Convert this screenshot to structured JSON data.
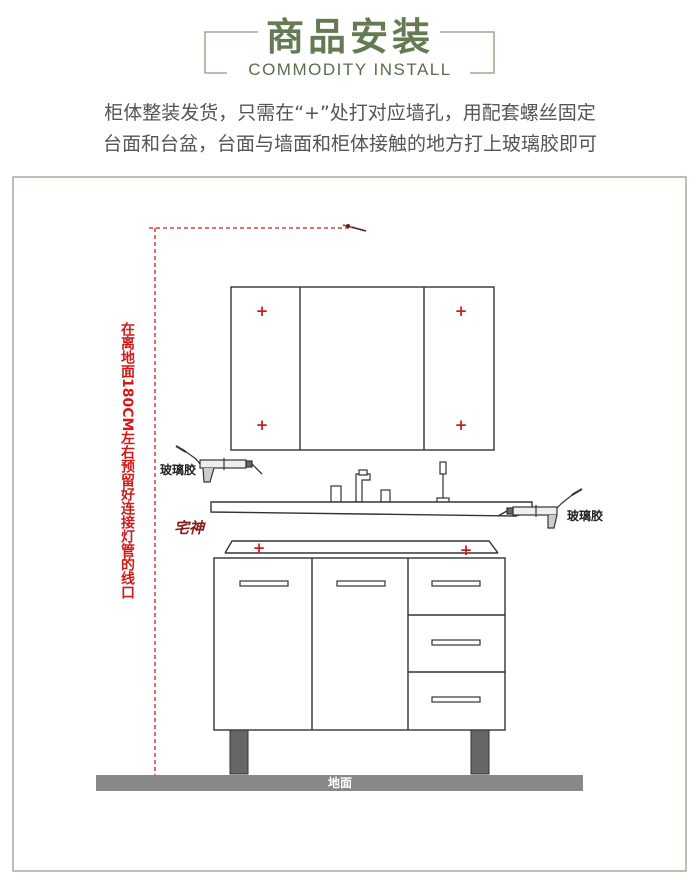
{
  "header": {
    "title": "商品安装",
    "subtitle": "COMMODITY INSTALL"
  },
  "description": {
    "line1": "柜体整装发货，只需在“+”处打对应墙孔，用配套螺丝固定",
    "line2": "台面和台盆，台面与墙面和柜体接触的地方打上玻璃胶即可"
  },
  "diagram": {
    "height_note": "在离地面180CM左右预留好连接灯管的线口",
    "glue_label_left": "玻璃胶",
    "glue_label_right": "玻璃胶",
    "floor_label": "地面",
    "logo_text": "宅神",
    "mark_symbol": "+"
  },
  "colors": {
    "accent_green": "#657a52",
    "frame_border": "#8a9a7a",
    "guide_red": "#d11a1a",
    "outline": "#333333",
    "floor": "#888888"
  }
}
